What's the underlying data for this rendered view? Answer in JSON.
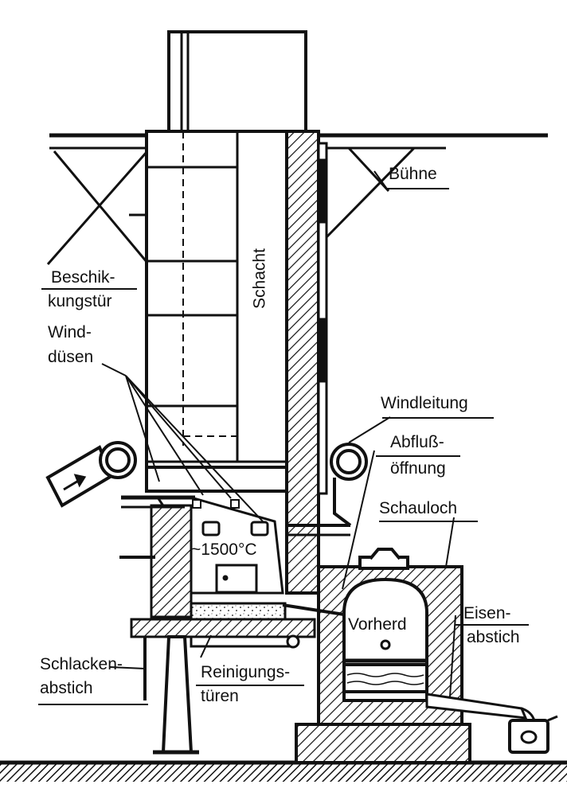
{
  "labels": {
    "buehne": "Bühne",
    "beschik1": "Beschik-",
    "beschik2": "kungstür",
    "wind1": "Wind-",
    "wind2": "düsen",
    "schacht": "Schacht",
    "windleitung": "Windleitung",
    "abfluss1": "Abfluß-",
    "abfluss2": "öffnung",
    "schauloch": "Schauloch",
    "temperatur": "~1500°C",
    "vorherd": "Vorherd",
    "eisen1": "Eisen-",
    "eisen2": "abstich",
    "schlacken1": "Schlacken-",
    "schlacken2": "abstich",
    "reinigung1": "Reinigungs-",
    "reinigung2": "türen"
  },
  "colors": {
    "ink": "#111111",
    "background": "#ffffff"
  }
}
